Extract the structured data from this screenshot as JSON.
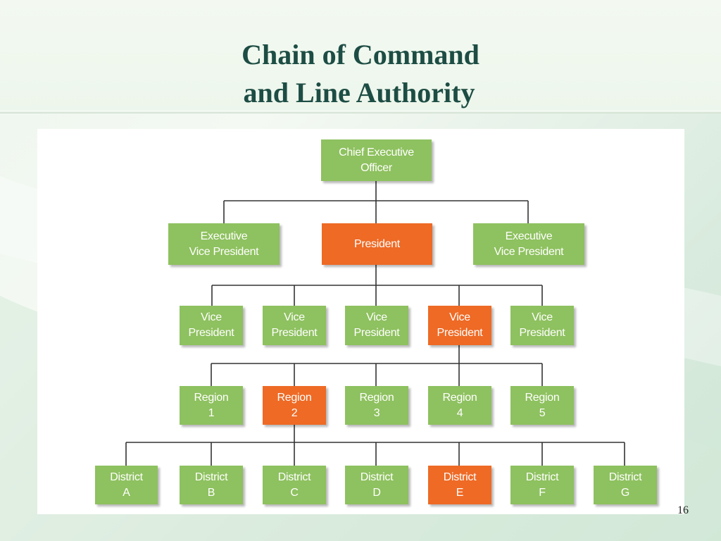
{
  "slide": {
    "title_line1": "Chain of Command",
    "title_line2": "and Line Authority",
    "page_number": "16"
  },
  "colors": {
    "green": "#8ec15f",
    "orange": "#ee6a25",
    "title": "#1d4d44"
  },
  "org_chart": {
    "level1": [
      {
        "label": "Chief Executive\nOfficer",
        "highlight": false
      }
    ],
    "level2": [
      {
        "label": "Executive\nVice President",
        "highlight": false
      },
      {
        "label": "President",
        "highlight": true
      },
      {
        "label": "Executive\nVice President",
        "highlight": false
      }
    ],
    "level3": [
      {
        "label": "Vice\nPresident",
        "highlight": false
      },
      {
        "label": "Vice\nPresident",
        "highlight": false
      },
      {
        "label": "Vice\nPresident",
        "highlight": false
      },
      {
        "label": "Vice\nPresident",
        "highlight": true
      },
      {
        "label": "Vice\nPresident",
        "highlight": false
      }
    ],
    "level4": [
      {
        "label": "Region\n1",
        "highlight": false
      },
      {
        "label": "Region\n2",
        "highlight": true
      },
      {
        "label": "Region\n3",
        "highlight": false
      },
      {
        "label": "Region\n4",
        "highlight": false
      },
      {
        "label": "Region\n5",
        "highlight": false
      }
    ],
    "level5": [
      {
        "label": "District\nA",
        "highlight": false
      },
      {
        "label": "District\nB",
        "highlight": false
      },
      {
        "label": "District\nC",
        "highlight": false
      },
      {
        "label": "District\nD",
        "highlight": false
      },
      {
        "label": "District\nE",
        "highlight": true
      },
      {
        "label": "District\nF",
        "highlight": false
      },
      {
        "label": "District\nG",
        "highlight": false
      }
    ]
  }
}
